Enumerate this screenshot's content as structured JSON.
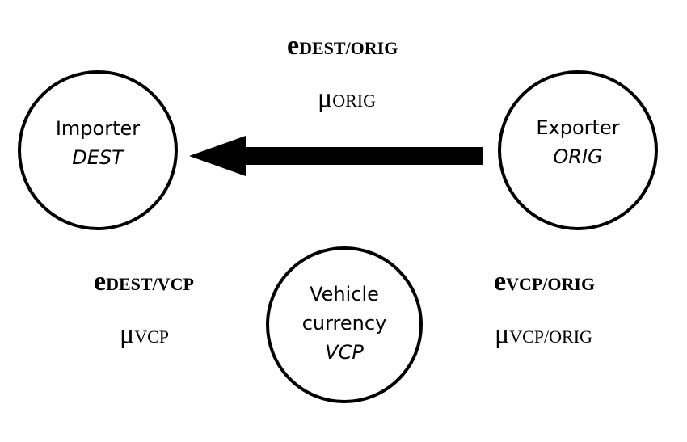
{
  "nodes": {
    "importer": {
      "name": "Importer",
      "code": "DEST"
    },
    "exporter": {
      "name": "Exporter",
      "code": "ORIG"
    },
    "vehicle": {
      "name_line1": "Vehicle",
      "name_line2": "currency",
      "code": "VCP"
    }
  },
  "top": {
    "rate_symbol": "e",
    "rate_sub": "DEST/ORIG",
    "vol_symbol": "μ",
    "vol_sub": "ORIG"
  },
  "left": {
    "rate_symbol": "e",
    "rate_sub": "DEST/VCP",
    "vol_symbol": "μ",
    "vol_sub": "VCP"
  },
  "right": {
    "rate_symbol": "e",
    "rate_sub": "VCP/ORIG",
    "vol_symbol": "μ",
    "vol_sub": "VCP/ORIG"
  },
  "colors": {
    "stroke": "#000000",
    "background": "#ffffff"
  }
}
